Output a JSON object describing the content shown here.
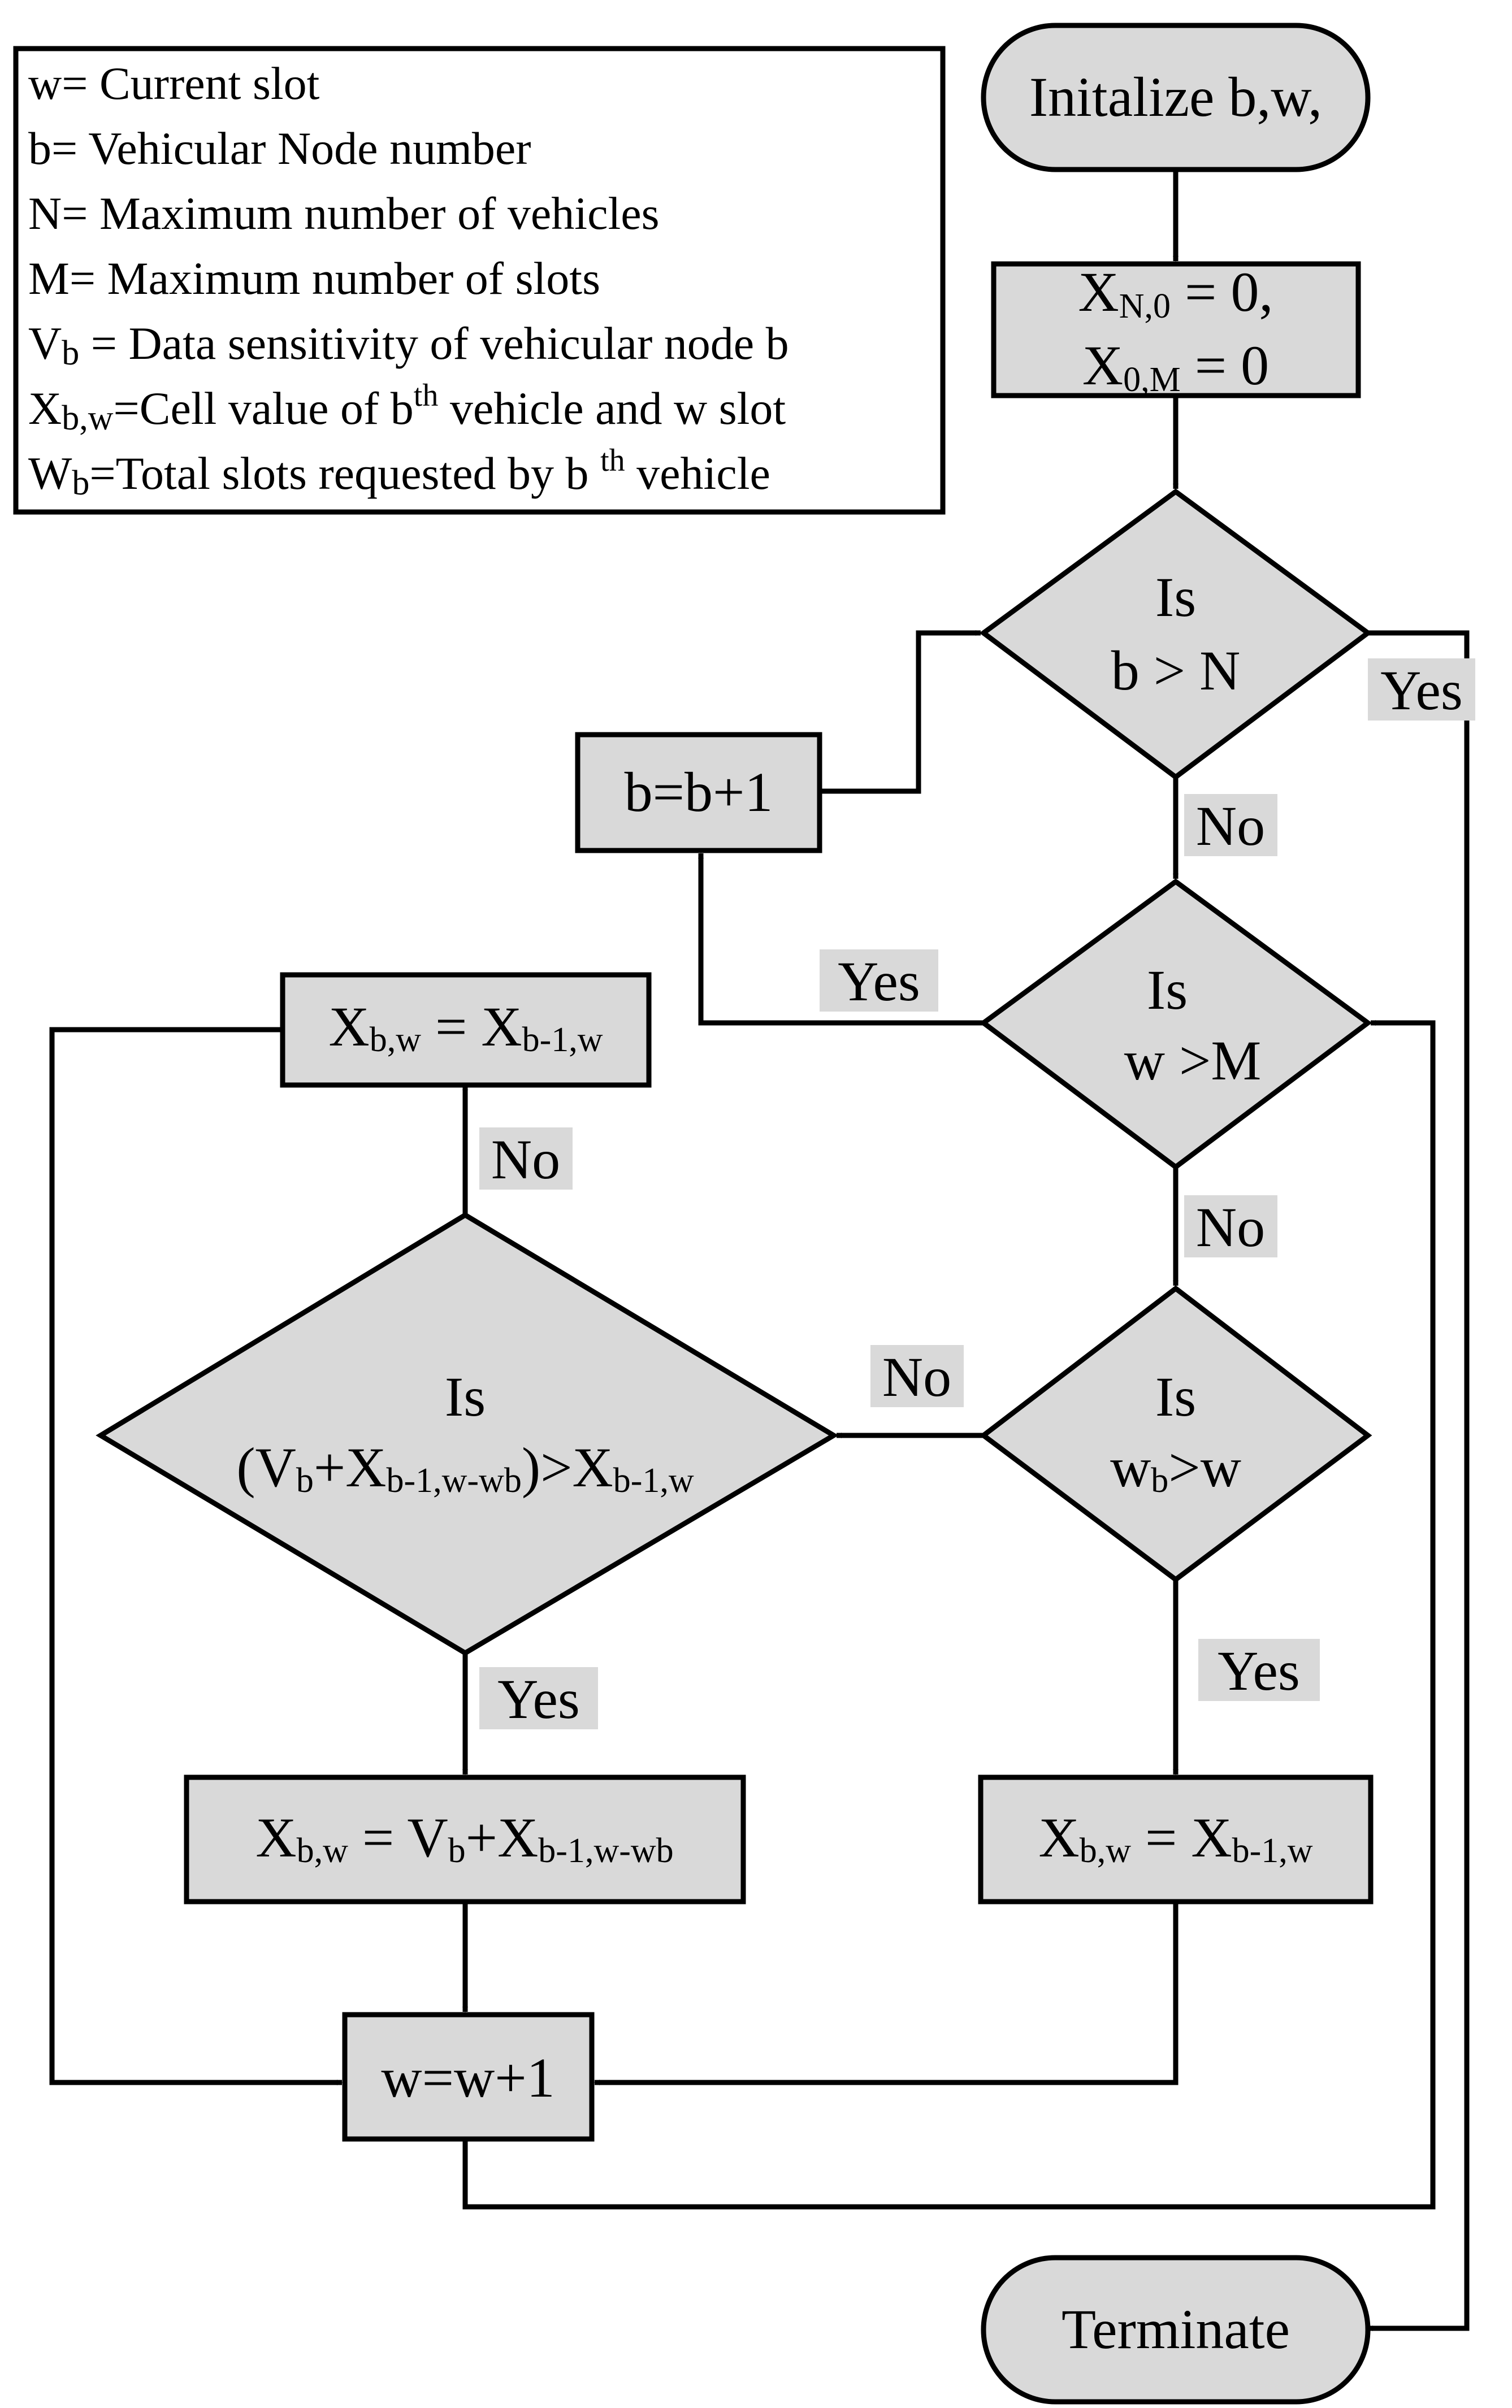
{
  "legend": {
    "lines": [
      {
        "prefix": "w= Current slot"
      },
      {
        "prefix": "b= Vehicular Node number"
      },
      {
        "prefix": "N= Maximum number of vehicles"
      },
      {
        "prefix": "M= Maximum number of slots"
      },
      {
        "prefix": "V",
        "sub": "b",
        "suffix": " = Data sensitivity of vehicular node b"
      },
      {
        "prefix": "X",
        "sub": "b,w",
        "suffix": "=Cell value of b",
        "sup": "th",
        "suffix2": " vehicle and w slot"
      },
      {
        "prefix": "W",
        "sub": "b",
        "suffix": "=Total slots requested by b ",
        "sup": "th",
        "suffix2": " vehicle"
      }
    ]
  },
  "nodes": {
    "start": {
      "text": "Initalize b,w,"
    },
    "init": {
      "line1": {
        "base": "X",
        "sub": "N,0",
        "rest": " = 0,"
      },
      "line2": {
        "base": "X",
        "sub": "0,M",
        "rest": " = 0"
      }
    },
    "decision_b": {
      "line1": "Is",
      "line2": "b > N"
    },
    "increment_b": {
      "text": "b=b+1"
    },
    "decision_w": {
      "line1": "Is",
      "line2": "w >M"
    },
    "decision_wb": {
      "line1": "Is",
      "line2_base": "w",
      "line2_sub": "b",
      "line2_rest": ">w"
    },
    "decision_value": {
      "line1": "Is",
      "p1": "(V",
      "s1": "b",
      "p2": "+X",
      "s2": "b-1,w-w",
      "s3": "b",
      "p3": ")>X",
      "s4": "b-1,w"
    },
    "assign_no": {
      "base1": "X",
      "sub1": "b,w",
      "mid": " = X",
      "sub2": "b-1,w"
    },
    "assign_yes": {
      "base1": "X",
      "sub1": "b,w",
      "mid": " = V",
      "sub2": "b",
      "mid2": "+X",
      "sub3": "b-1,w-w",
      "sub4": "b"
    },
    "assign_right": {
      "base1": "X",
      "sub1": "b,w",
      "mid": " = X",
      "sub2": "b-1,w"
    },
    "increment_w": {
      "text": "w=w+1"
    },
    "terminate": {
      "text": "Terminate"
    }
  },
  "edge_labels": {
    "b_yes": "Yes",
    "b_no": "No",
    "w_yes": "Yes",
    "w_no": "No",
    "wb_no": "No",
    "wb_yes": "Yes",
    "value_no": "No",
    "value_yes": "Yes"
  },
  "colors": {
    "shape_fill": "#d9d9d9",
    "stroke": "#000000",
    "background": "#ffffff"
  }
}
